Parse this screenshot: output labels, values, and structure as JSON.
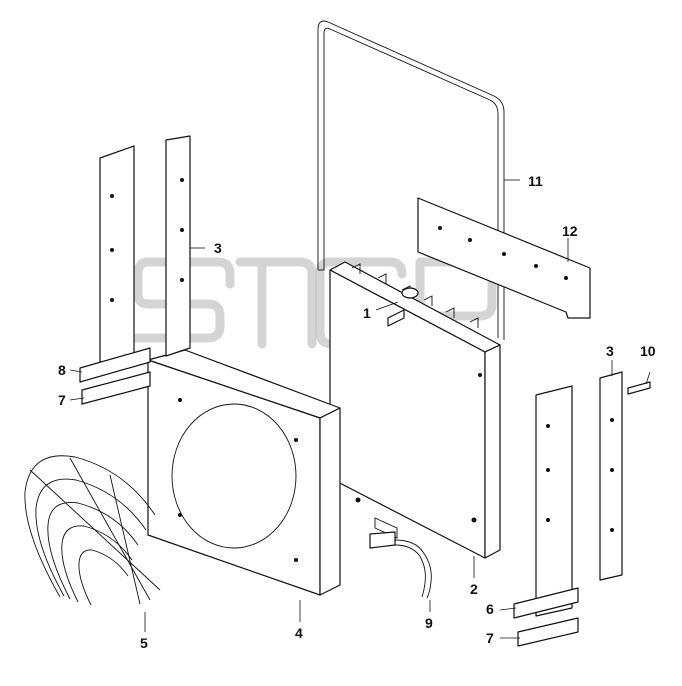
{
  "watermark": {
    "mark": "TM"
  },
  "callouts": {
    "c1": "1",
    "c2": "2",
    "c3a": "3",
    "c3b": "3",
    "c4": "4",
    "c5": "5",
    "c6": "6",
    "c7a": "7",
    "c7b": "7",
    "c8": "8",
    "c9": "9",
    "c10": "10",
    "c11": "11",
    "c12": "12"
  }
}
